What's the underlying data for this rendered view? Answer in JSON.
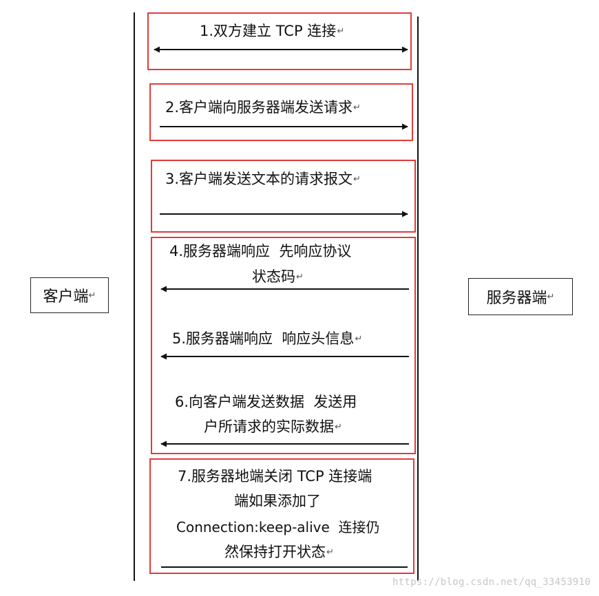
{
  "nodes": {
    "client": "客户端",
    "server": "服务器端"
  },
  "return_mark": "↵",
  "steps": [
    {
      "id": 1,
      "lines": [
        "1.双方建立 TCP 连接"
      ]
    },
    {
      "id": 2,
      "lines": [
        "2.客户端向服务器端发送请求"
      ]
    },
    {
      "id": 3,
      "lines": [
        "3.客户端发送文本的请求报文"
      ]
    },
    {
      "id": 4,
      "lines": [
        "4.服务器端响应  先响应协议",
        "状态码"
      ]
    },
    {
      "id": 5,
      "lines": [
        "5.服务器端响应  响应头信息"
      ]
    },
    {
      "id": 6,
      "lines": [
        "6.向客户端发送数据  发送用",
        "户所请求的实际数据"
      ]
    },
    {
      "id": 7,
      "lines": [
        "7.服务器地端关闭 TCP 连接端",
        "端如果添加了",
        "Connection:keep-alive  连接仍",
        "然保持打开状态"
      ]
    }
  ],
  "watermark": "https://blog.csdn.net/qq_33453910",
  "colors": {
    "box_border": "#e23a3a",
    "line": "#111111"
  }
}
